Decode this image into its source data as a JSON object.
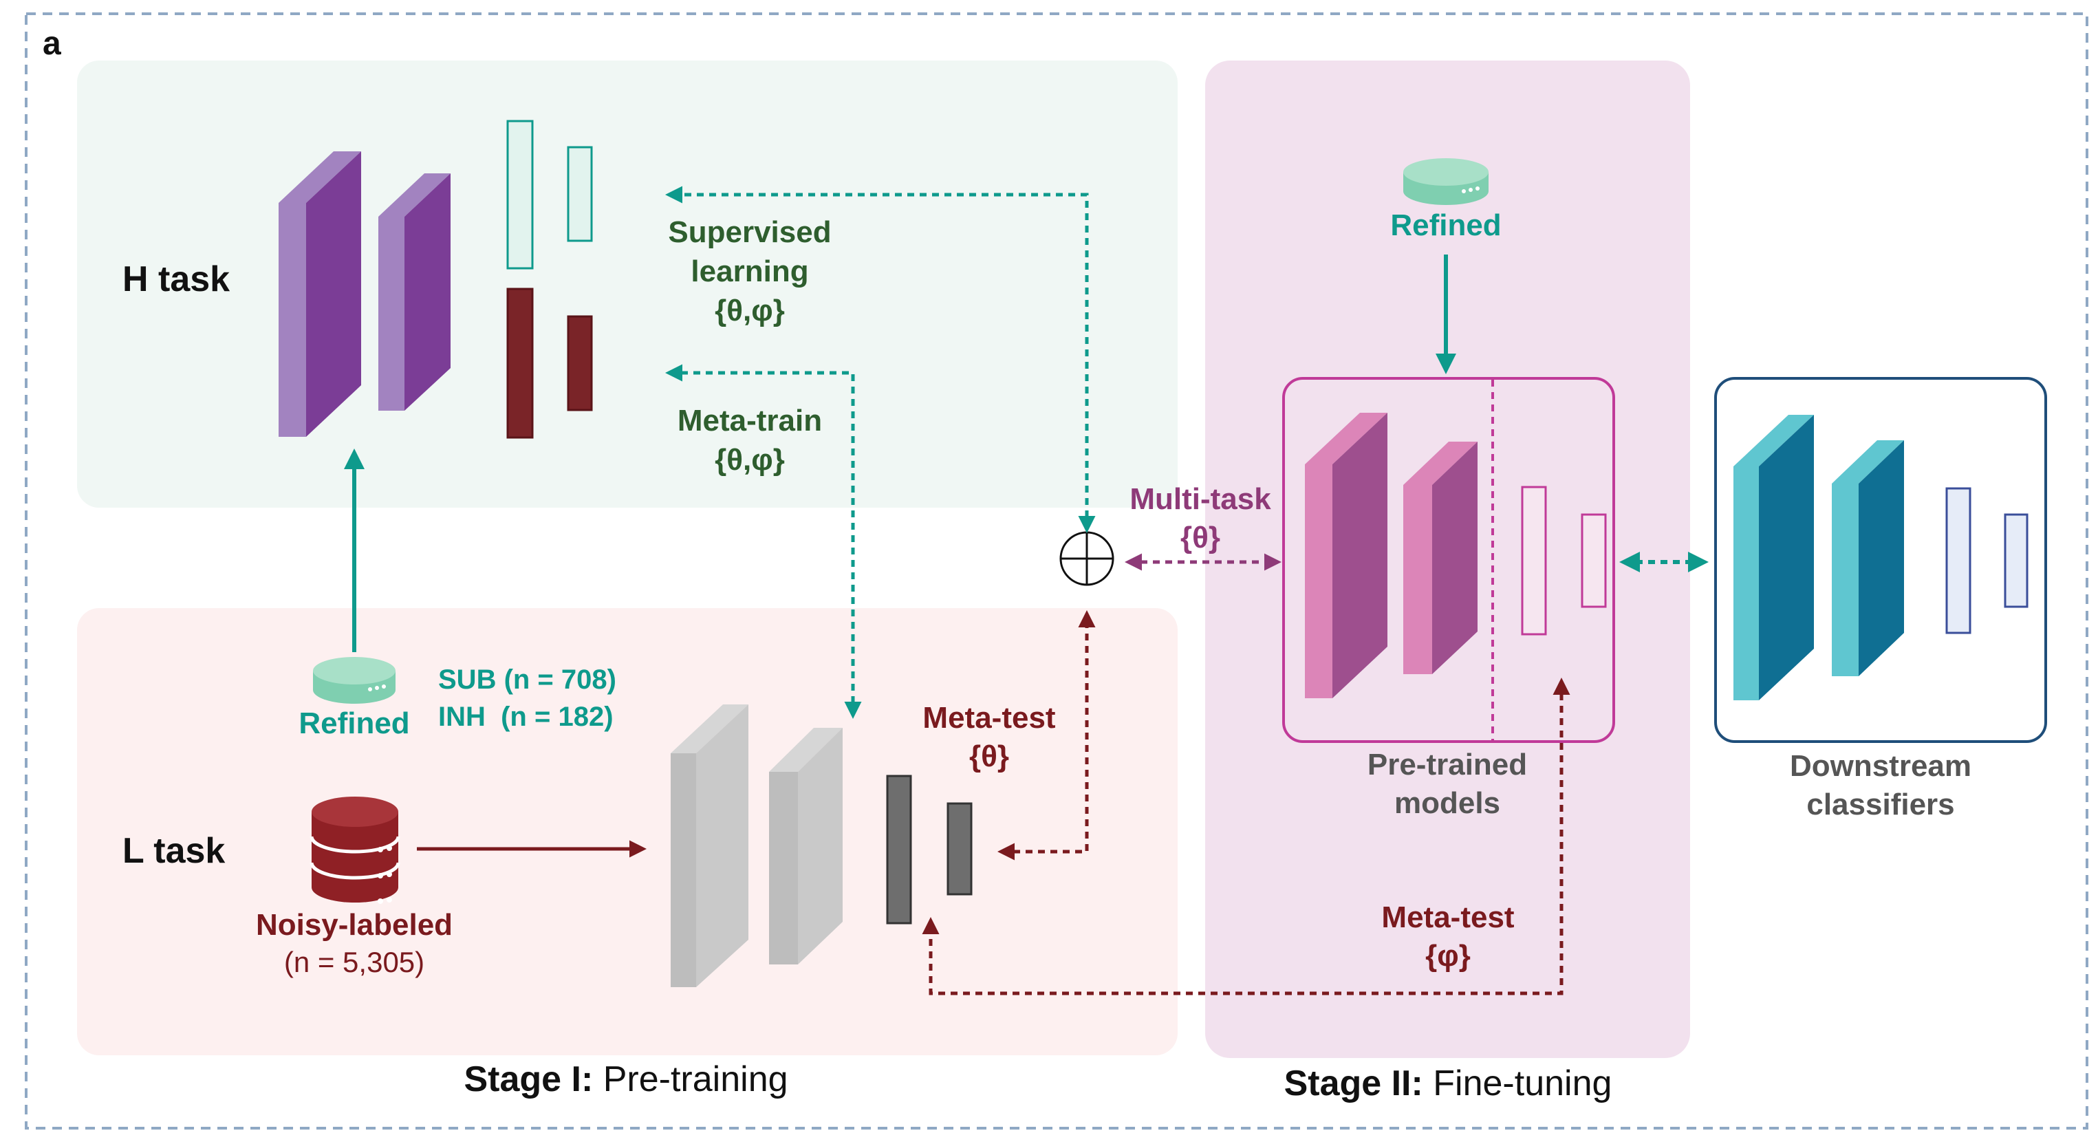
{
  "panel_letter": "a",
  "colors": {
    "teal": "#0e9a8c",
    "dark_red": "#7a1a1e",
    "dark_green": "#2e5e2e",
    "magenta": "#8e3a78",
    "gray_text": "#555555",
    "border_dash": "#8fa8c4",
    "h_bg": "#f0f7f4",
    "l_bg": "#fdf0f0",
    "stage2_bg": "#f2e1ee",
    "purple_front": "#7b3d96",
    "purple_side": "#a283c0",
    "pink_front": "#9e4f8e",
    "pink_side": "#dc85b8",
    "cyan_front": "#0f6f93",
    "cyan_side": "#5fc6d0",
    "gray_front": "#c7c7c7",
    "gray_side": "#bdbdbd"
  },
  "icons": {
    "refined_db": "database-disk-icon",
    "noisy_db": "database-stack-icon",
    "combine": "circled-plus-icon"
  },
  "h_task": {
    "label": "H task"
  },
  "l_task": {
    "label": "L task"
  },
  "refined_left": {
    "label": "Refined",
    "sub_line": "SUB (n = 708)",
    "inh_line": "INH  (n = 182)"
  },
  "noisy": {
    "label": "Noisy-labeled",
    "count": "(n = 5,305)"
  },
  "supervised": {
    "line1": "Supervised",
    "line2": "learning",
    "params": "{θ,φ}"
  },
  "meta_train": {
    "line1": "Meta-train",
    "params": "{θ,φ}"
  },
  "meta_test_theta": {
    "line1": "Meta-test",
    "params": "{θ}"
  },
  "meta_test_phi": {
    "line1": "Meta-test",
    "params": "{φ}"
  },
  "multi_task": {
    "line1": "Multi-task",
    "params": "{θ}"
  },
  "refined_right": {
    "label": "Refined"
  },
  "pretrained": {
    "line1": "Pre-trained",
    "line2": "models"
  },
  "downstream": {
    "line1": "Downstream",
    "line2": "classifiers"
  },
  "stage1": {
    "bold": "Stage I:",
    "rest": " Pre-training"
  },
  "stage2": {
    "bold": "Stage II:",
    "rest": " Fine-tuning"
  }
}
